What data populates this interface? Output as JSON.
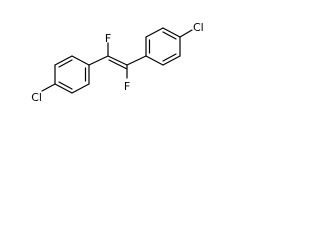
{
  "molecule": {
    "atoms": {
      "cl_top": "Cl",
      "cl_bottom": "Cl",
      "f_top": "F",
      "f_bottom": "F"
    },
    "colors": {
      "bond": "#000000",
      "label": "#000000",
      "background": "#ffffff"
    }
  }
}
